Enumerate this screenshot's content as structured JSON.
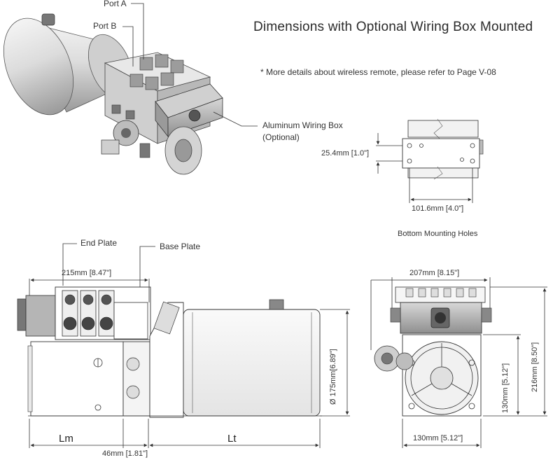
{
  "title": "Dimensions with Optional Wiring Box Mounted",
  "note": "* More details about wireless remote, please refer to Page V-08",
  "callouts": {
    "port_a": "Port A",
    "port_b": "Port B",
    "wiring_box_line1": "Aluminum Wiring Box",
    "wiring_box_line2": "(Optional)",
    "end_plate": "End Plate",
    "base_plate": "Base Plate"
  },
  "mounting": {
    "caption": "Bottom Mounting Holes",
    "vertical_dim": "25.4mm [1.0\"]",
    "horizontal_dim": "101.6mm [4.0\"]"
  },
  "side_view": {
    "overall_length": "215mm [8.47\"]",
    "diameter": "Ø 175mm[6.89\"]",
    "lm": "Lm",
    "lt": "Lt",
    "offset": "46mm [1.81\"]"
  },
  "end_view": {
    "width": "207mm [8.15\"]",
    "height": "216mm [8.50\"]",
    "base_height": "130mm [5.12\"]",
    "base_width": "130mm [5.12\"]"
  },
  "colors": {
    "line": "#333333",
    "metal_light": "#e6e6e6",
    "metal_mid": "#bdbdbd",
    "metal_dark": "#6d6d6d",
    "background": "#ffffff"
  }
}
